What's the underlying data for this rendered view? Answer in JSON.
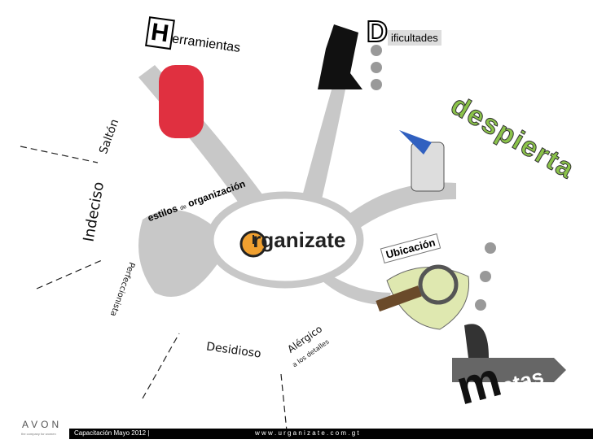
{
  "center": {
    "letter": "O",
    "text": "rganizate"
  },
  "branches": {
    "herramientas": {
      "letter": "H",
      "text": "erramientas"
    },
    "dificultades": {
      "letter": "D",
      "text": "ificultades"
    },
    "despierta": "despierta",
    "ubicacion": "Ubicación",
    "metas": {
      "letter": "m",
      "text": "etas"
    },
    "estilos": {
      "a": "estilos",
      "b": "de",
      "c": "organización"
    }
  },
  "styles": [
    "Saltón",
    "Indeciso",
    "Perfeccionista",
    "Desidioso",
    "Alérgico",
    "a los detalles"
  ],
  "footer": {
    "brand": "AVON",
    "tagline": "the company for women",
    "course": "Capacitación Mayo 2012 |",
    "url": "w w w . u r g a n i z a t e . c o m . g t"
  },
  "colors": {
    "branch": "#c8c8c8",
    "accent": "#f0a030",
    "metas": "#666666"
  }
}
